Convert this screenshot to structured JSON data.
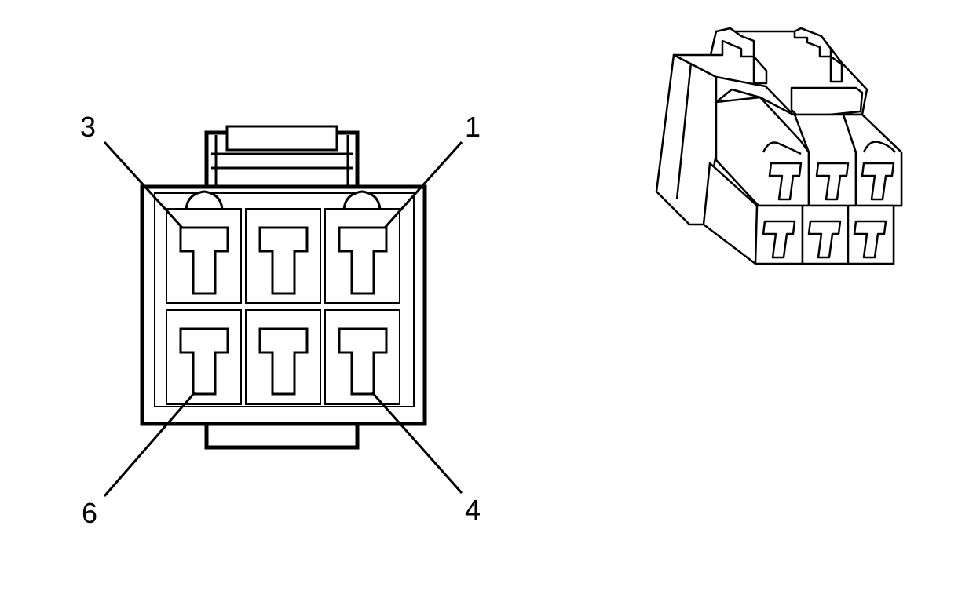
{
  "diagram": {
    "pin_labels": {
      "pin_3": "3",
      "pin_1": "1",
      "pin_6": "6",
      "pin_4": "4"
    },
    "colors": {
      "line": "#000000",
      "fill": "#ffffff"
    }
  }
}
